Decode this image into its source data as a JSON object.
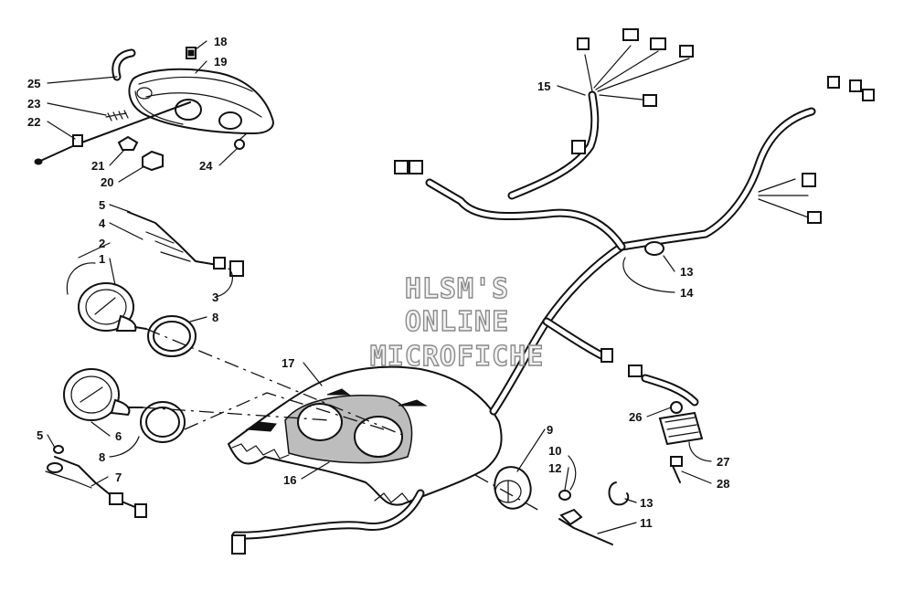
{
  "watermark": {
    "lines": [
      "HLSM'S",
      "ONLINE",
      "MICROFICHE"
    ]
  },
  "callouts": [
    {
      "id": "c25",
      "label": "25"
    },
    {
      "id": "c23",
      "label": "23"
    },
    {
      "id": "c22",
      "label": "22"
    },
    {
      "id": "c18",
      "label": "18"
    },
    {
      "id": "c19",
      "label": "19"
    },
    {
      "id": "c21",
      "label": "21"
    },
    {
      "id": "c20",
      "label": "20"
    },
    {
      "id": "c24",
      "label": "24"
    },
    {
      "id": "c5a",
      "label": "5"
    },
    {
      "id": "c4",
      "label": "4"
    },
    {
      "id": "c2",
      "label": "2"
    },
    {
      "id": "c1",
      "label": "1"
    },
    {
      "id": "c3",
      "label": "3"
    },
    {
      "id": "c8a",
      "label": "8"
    },
    {
      "id": "c17",
      "label": "17"
    },
    {
      "id": "c5b",
      "label": "5"
    },
    {
      "id": "c6",
      "label": "6"
    },
    {
      "id": "c8b",
      "label": "8"
    },
    {
      "id": "c7",
      "label": "7"
    },
    {
      "id": "c16",
      "label": "16"
    },
    {
      "id": "c15",
      "label": "15"
    },
    {
      "id": "c13a",
      "label": "13"
    },
    {
      "id": "c14",
      "label": "14"
    },
    {
      "id": "c9",
      "label": "9"
    },
    {
      "id": "c10",
      "label": "10"
    },
    {
      "id": "c12",
      "label": "12"
    },
    {
      "id": "c13b",
      "label": "13"
    },
    {
      "id": "c11",
      "label": "11"
    },
    {
      "id": "c26",
      "label": "26"
    },
    {
      "id": "c27",
      "label": "27"
    },
    {
      "id": "c28",
      "label": "28"
    }
  ]
}
